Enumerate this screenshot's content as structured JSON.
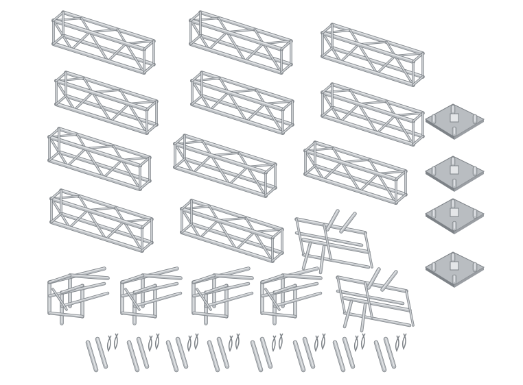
{
  "colors": {
    "background": "#ffffff",
    "aluminum_light": "#e4e6e8",
    "aluminum": "#b9bdc1",
    "aluminum_dark": "#7d8287"
  },
  "parts": {
    "straight_trusses": 11,
    "t_junctions": 2,
    "corner_pieces": 4,
    "base_plates": 4,
    "connector_sets": 8
  }
}
